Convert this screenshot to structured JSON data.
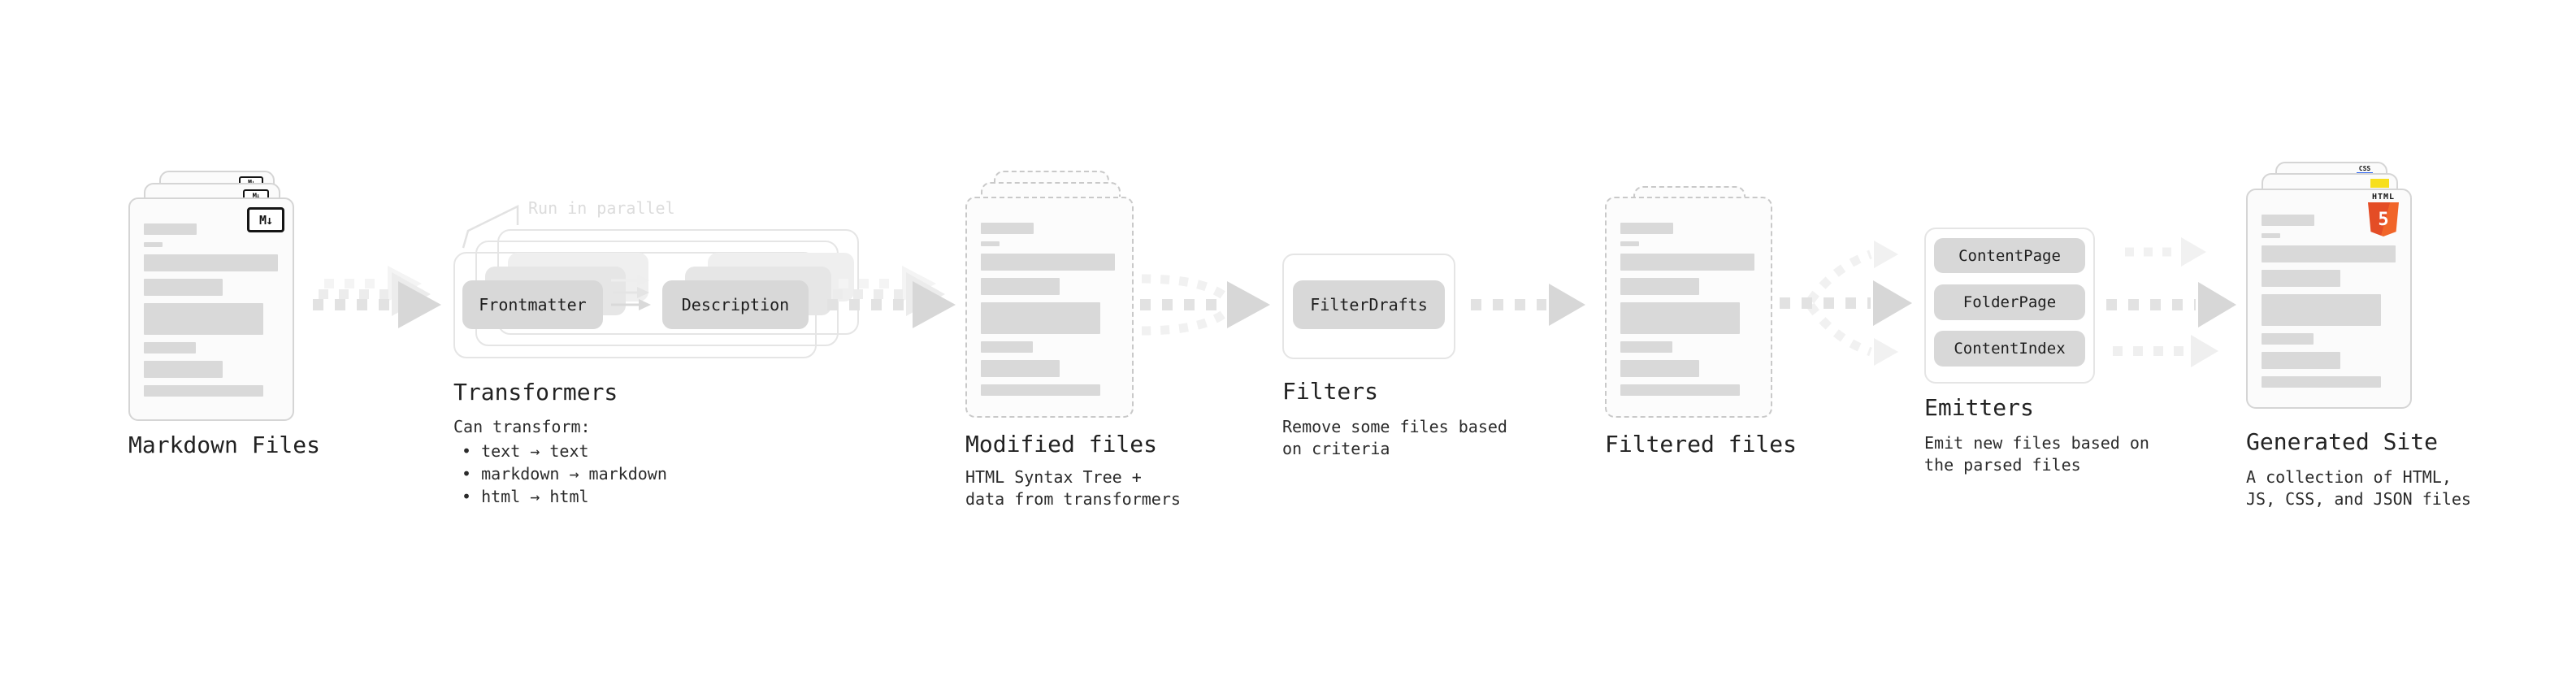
{
  "colors": {
    "background": "#ffffff",
    "card_background": "#fbfbfb",
    "card_border": "#d5d5d5",
    "dashed_border": "#c9c9c9",
    "group_border": "#e5e5e5",
    "skeleton_bar": "#d9d9d9",
    "pill_background": "#d8d8d8",
    "pill_echo": "#e6e6e6",
    "pill_echo_light": "#efefef",
    "arrow_dash": "#e2e2e2",
    "arrow_head": "#d7d7d7",
    "arrow_faint": "#f1f1f1",
    "annotation": "#dcdcdc",
    "ink": "#1e1e1e",
    "html5_orange": "#e8552d",
    "js_yellow": "#f7df1e",
    "css_blue": "#2962ef"
  },
  "stages": {
    "markdown": {
      "title": "Markdown Files",
      "icon_label": "M↓"
    },
    "transformers": {
      "title": "Transformers",
      "annotation": "Run in parallel",
      "pill_left": "Frontmatter",
      "pill_right": "Description",
      "caption": "Can transform:",
      "bullets": [
        "• text → text",
        "• markdown → markdown",
        "• html → html"
      ]
    },
    "modified": {
      "title": "Modified files",
      "subtitle": "HTML Syntax Tree +\ndata from transformers"
    },
    "filters": {
      "title": "Filters",
      "pill": "FilterDrafts",
      "subtitle": "Remove some files based\non criteria"
    },
    "filtered": {
      "title": "Filtered files"
    },
    "emitters": {
      "title": "Emitters",
      "pills": [
        "ContentPage",
        "FolderPage",
        "ContentIndex"
      ],
      "subtitle": "Emit new files based on\nthe parsed files"
    },
    "generated": {
      "title": "Generated Site",
      "subtitle": "A collection of HTML,\nJS, CSS, and JSON files",
      "badge_html_word": "HTML",
      "badge_html_number": "5",
      "badge_css": "CSS"
    }
  }
}
